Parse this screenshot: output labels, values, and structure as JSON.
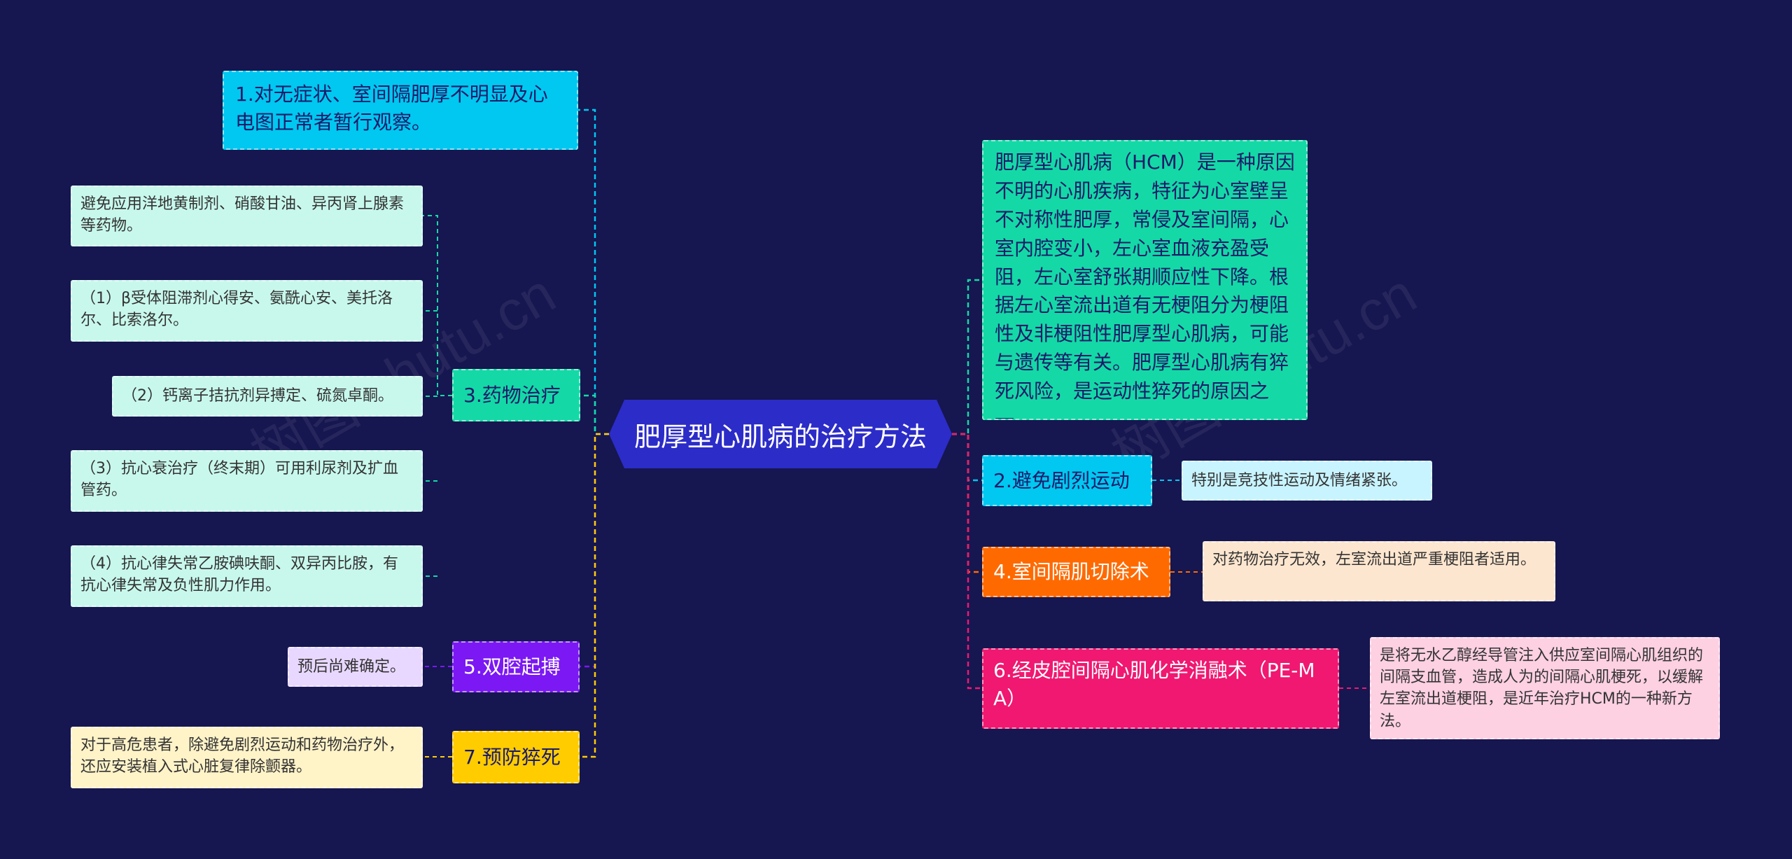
{
  "root": {
    "label": "肥厚型心肌病的治疗方法"
  },
  "colors": {
    "background": "#161650",
    "root": "#2c2cc8",
    "branch_1": "#00c8f0",
    "branch_3": "#14d9a6",
    "branch_5": "#7b18f4",
    "branch_7": "#ffcc00",
    "branch_2": "#00c8f0",
    "branch_4": "#ff6a00",
    "branch_6": "#f01870"
  },
  "description": "肥厚型心肌病（HCM）是一种原因不明的心肌疾病，特征为心室壁呈不对称性肥厚，常侵及室间隔，心室内腔变小，左心室血液充盈受阻，左心室舒张期顺应性下降。根据左心室流出道有无梗阻分为梗阻性及非梗阻性肥厚型心肌病，可能与遗传等有关。肥厚型心肌病有猝死风险，是运动性猝死的原因之一。",
  "branches": {
    "b1": {
      "label": "1.对无症状、室间隔肥厚不明显及心电图正常者暂行观察。"
    },
    "b2": {
      "label": "2.避免剧烈运动",
      "detail": "特别是竞技性运动及情绪紧张。"
    },
    "b3": {
      "label": "3.药物治疗",
      "items": [
        "避免应用洋地黄制剂、硝酸甘油、异丙肾上腺素等药物。",
        "（1）β受体阻滞剂心得安、氨酰心安、美托洛尔、比索洛尔。",
        "（2）钙离子拮抗剂异搏定、硫氮卓酮。",
        "（3）抗心衰治疗（终末期）可用利尿剂及扩血管药。",
        "（4）抗心律失常乙胺碘呋酮、双异丙比胺，有抗心律失常及负性肌力作用。"
      ]
    },
    "b4": {
      "label": "4.室间隔肌切除术",
      "detail": "对药物治疗无效，左室流出道严重梗阻者适用。"
    },
    "b5": {
      "label": "5.双腔起搏",
      "detail": "预后尚难确定。"
    },
    "b6": {
      "label": "6.经皮腔间隔心肌化学消融术（PE-MA）",
      "detail": "是将无水乙醇经导管注入供应室间隔心肌组织的间隔支血管，造成人为的间隔心肌梗死，以缓解左室流出道梗阻，是近年治疗HCM的一种新方法。"
    },
    "b7": {
      "label": "7.预防猝死",
      "detail": "对于高危患者，除避免剧烈运动和药物治疗外，还应安装植入式心脏复律除颤器。"
    }
  },
  "watermark": "树图 shutu.cn"
}
